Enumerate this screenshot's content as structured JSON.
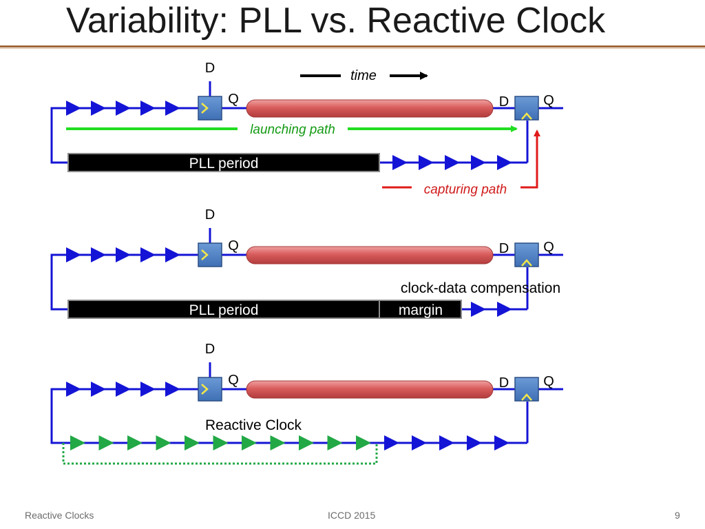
{
  "slide": {
    "title": "Variability: PLL vs. Reactive Clock",
    "footer_left": "Reactive Clocks",
    "footer_center": "ICCD 2015",
    "page_number": "9"
  },
  "labels": {
    "d": "D",
    "q": "Q",
    "time": "time",
    "launching_path": "launching path",
    "capturing_path": "capturing path",
    "pll_period": "PLL period",
    "clock_data_compensation": "clock-data compensation",
    "margin": "margin",
    "reactive_clock": "Reactive Clock"
  },
  "colors": {
    "wire": "#1414d6",
    "buffer": "#1414d6",
    "reactive_buffer": "#22a845",
    "flipflop": "#4a7fc4",
    "data_path": "#d85c5c",
    "launching": "#22dd22",
    "capturing": "#e01a1a",
    "period_box": "#000000"
  }
}
